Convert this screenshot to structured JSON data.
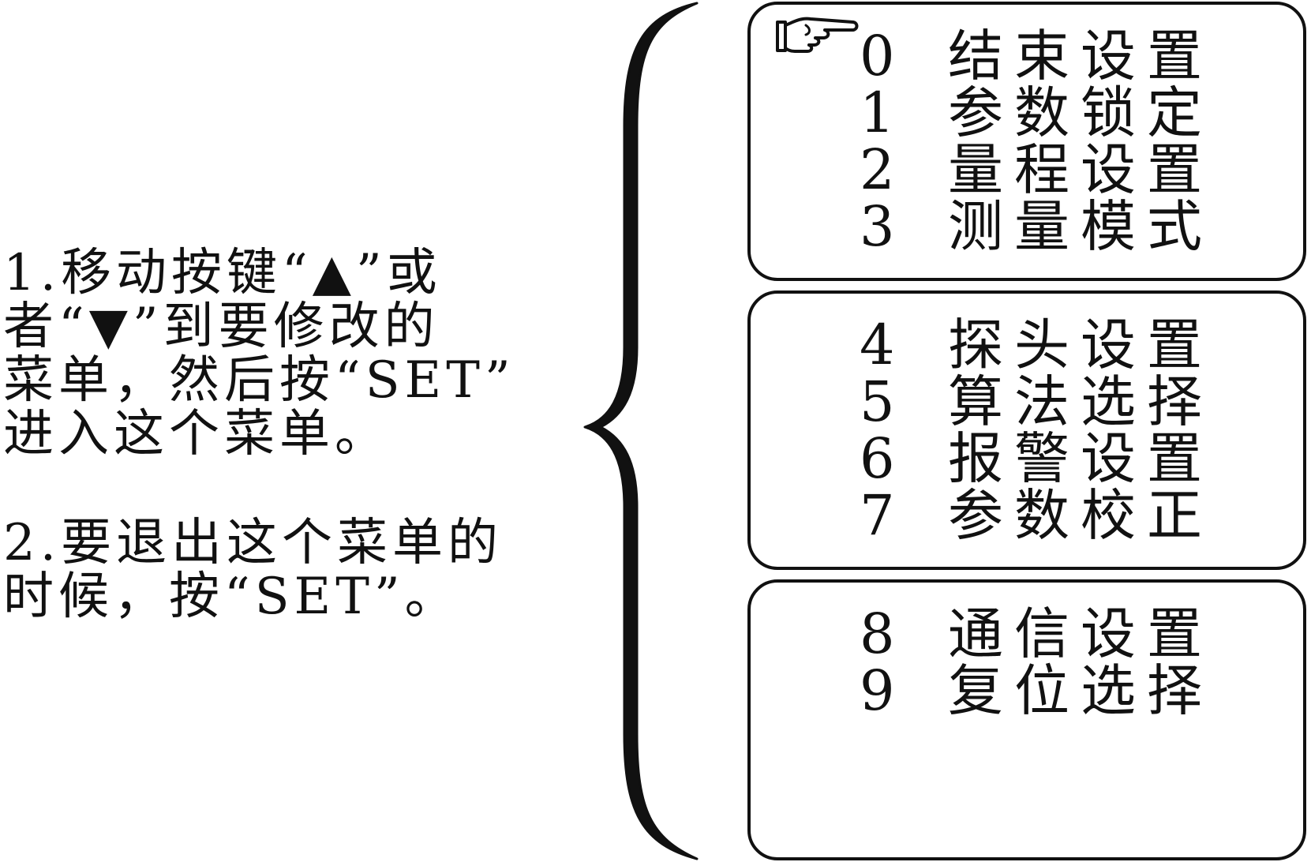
{
  "instructions": {
    "lines": [
      "1.移动按键“▲”或",
      "者“▼”到要修改的",
      "菜单，然后按“SET”",
      "进入这个菜单。",
      "2.要退出这个菜单的",
      "时候，按“SET”。"
    ]
  },
  "pointer_icon": "pointing-hand-icon",
  "menu_groups": [
    {
      "items": [
        {
          "num": "0",
          "label": "结束设置"
        },
        {
          "num": "1",
          "label": "参数锁定"
        },
        {
          "num": "2",
          "label": "量程设置"
        },
        {
          "num": "3",
          "label": "测量模式"
        }
      ]
    },
    {
      "items": [
        {
          "num": "4",
          "label": "探头设置"
        },
        {
          "num": "5",
          "label": "算法选择"
        },
        {
          "num": "6",
          "label": "报警设置"
        },
        {
          "num": "7",
          "label": "参数校正"
        }
      ]
    },
    {
      "items": [
        {
          "num": "8",
          "label": "通信设置"
        },
        {
          "num": "9",
          "label": "复位选择"
        }
      ]
    }
  ]
}
